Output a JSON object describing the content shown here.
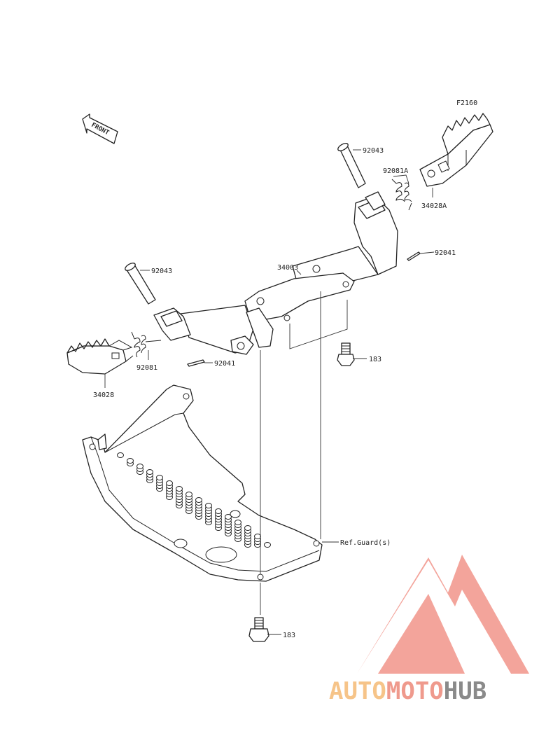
{
  "figure_code": "F2160",
  "front_label": "FRONT",
  "labels": {
    "pin_right": "92043",
    "spring_right": "92081A",
    "footpeg_right": "34028A",
    "cotter_right": "92041",
    "bracket": "34003",
    "pin_left": "92043",
    "spring_left": "92081",
    "cotter_left": "92041",
    "footpeg_left": "34028",
    "bolt_upper": "183",
    "bolt_lower": "183",
    "ref_guard": "Ref.Guard(s)"
  },
  "watermark": {
    "part1": "AUTO",
    "part2": "MOTO",
    "part3": "HUB",
    "colors": {
      "triangle": "#f29a90",
      "text_light": "#f6c489",
      "text_mid": "#ef9a8d",
      "text_dark": "#8a8a8a"
    }
  }
}
